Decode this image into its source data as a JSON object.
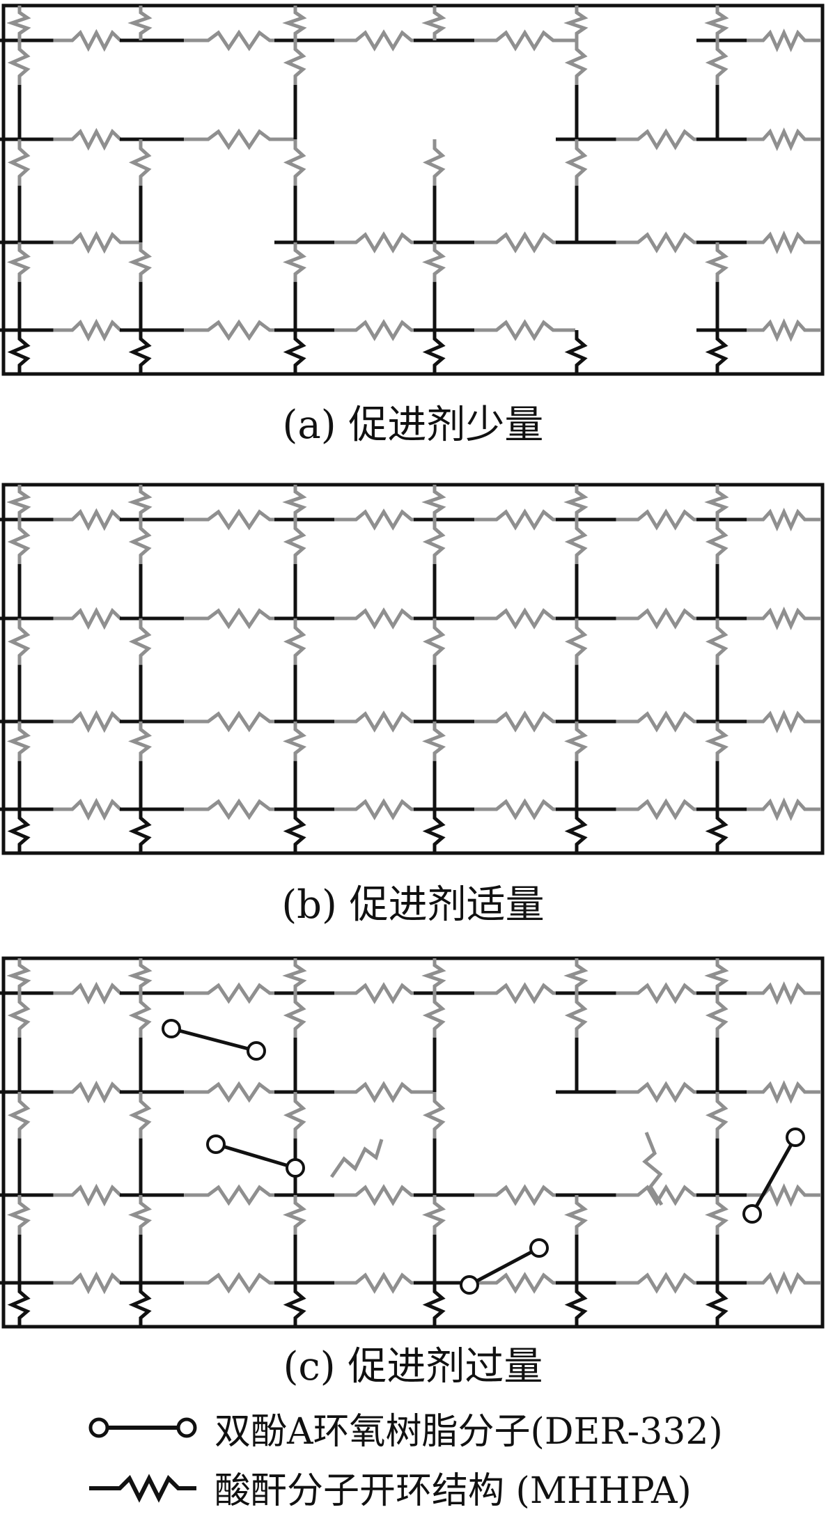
{
  "figure": {
    "panels": [
      {
        "id": "a",
        "caption": "(a) 促进剂少量"
      },
      {
        "id": "b",
        "caption": "(b) 促进剂适量"
      },
      {
        "id": "c",
        "caption": "(c) 促进剂过量"
      }
    ],
    "legend": [
      {
        "symbol": "epoxy-molecule",
        "label": "双酚A环氧树脂分子(DER-332)"
      },
      {
        "symbol": "anhydride-chain",
        "label": "酸酐分子开环结构 (MHHPA)"
      }
    ],
    "colors": {
      "epoxy": "#111111",
      "anhydride": "#8f8f8f",
      "frame": "#111111"
    }
  }
}
